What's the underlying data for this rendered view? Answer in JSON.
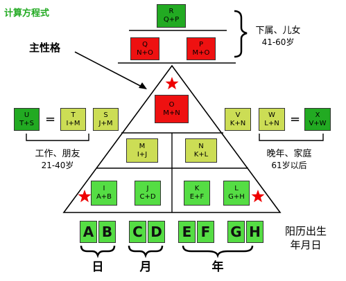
{
  "title": "计算方程式",
  "main_character_label": "主性格",
  "subordinates_label": "下属、儿女",
  "subordinates_age": "41-60岁",
  "work_label": "工作、朋友",
  "work_age": "21-40岁",
  "late_label": "晚年、家庭",
  "late_age": "61岁以后",
  "birth_label_1": "阳历出生",
  "birth_label_2": "年月日",
  "day_label": "日",
  "month_label": "月",
  "year_label": "年",
  "equals": "=",
  "colors": {
    "title_green": "#22aa22",
    "red": "#ee1111",
    "green_dark": "#22aa22",
    "green_light": "#55dd44",
    "yellow_green": "#ccdd55",
    "star_red": "#ee0000"
  },
  "boxes": {
    "R": {
      "key": "R",
      "formula": "Q+P"
    },
    "Q": {
      "key": "Q",
      "formula": "N+O"
    },
    "P": {
      "key": "P",
      "formula": "M+O"
    },
    "O": {
      "key": "O",
      "formula": "M+N"
    },
    "M": {
      "key": "M",
      "formula": "I+J"
    },
    "N": {
      "key": "N",
      "formula": "K+L"
    },
    "I": {
      "key": "I",
      "formula": "A+B"
    },
    "J": {
      "key": "J",
      "formula": "C+D"
    },
    "K": {
      "key": "K",
      "formula": "E+F"
    },
    "L": {
      "key": "L",
      "formula": "G+H"
    },
    "U": {
      "key": "U",
      "formula": "T+S"
    },
    "T": {
      "key": "T",
      "formula": "I+M"
    },
    "S": {
      "key": "S",
      "formula": "J+M"
    },
    "V": {
      "key": "V",
      "formula": "K+N"
    },
    "W": {
      "key": "W",
      "formula": "L+N"
    },
    "X": {
      "key": "X",
      "formula": "V+W"
    }
  },
  "digits": {
    "A": "A",
    "B": "B",
    "C": "C",
    "D": "D",
    "E": "E",
    "F": "F",
    "G": "G",
    "H": "H"
  }
}
